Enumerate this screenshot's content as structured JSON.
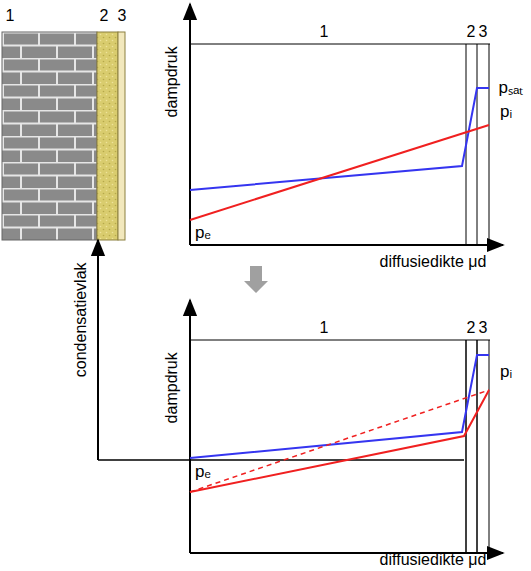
{
  "diagram": {
    "labels": [
      "1",
      "2",
      "3",
      "dampdruk",
      "1",
      "2",
      "3",
      "pₛₐₜ",
      "pᵢ",
      "pₑ",
      "diffusiedikte μd",
      "condensatievlak",
      "dampdruk",
      "1",
      "2",
      "3",
      "pᵢ",
      "pₑ",
      "diffusiedikte μd"
    ]
  }
}
